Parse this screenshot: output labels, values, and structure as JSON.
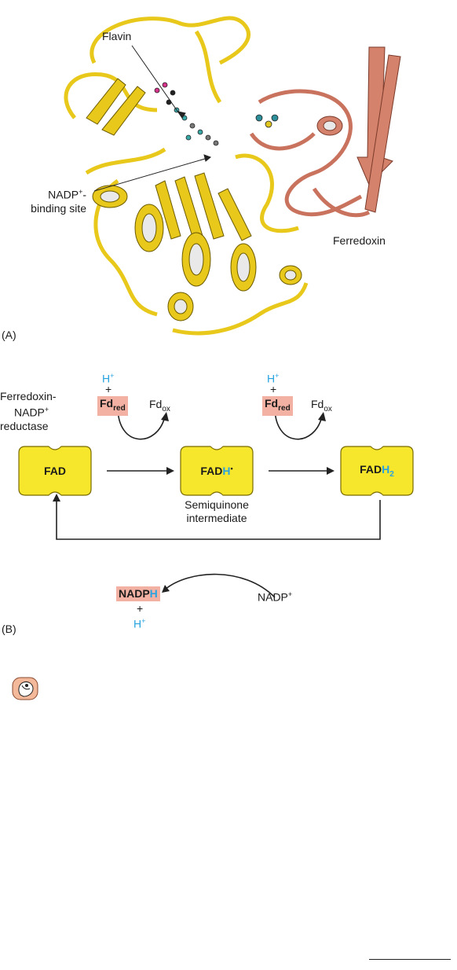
{
  "panel_a": {
    "letter": "(A)",
    "labels": {
      "flavin": "Flavin",
      "nadp_binding_1": "NADP",
      "nadp_binding_sup": "+",
      "nadp_binding_dash": "-",
      "nadp_binding_2": "binding site",
      "ferredoxin": "Ferredoxin"
    },
    "colors": {
      "reductase": "#e8c81a",
      "ferredoxin": "#c9735e",
      "helix_inner": "#e9e9e9"
    }
  },
  "panel_b": {
    "letter": "(B)",
    "enzyme_label": [
      "Ferredoxin-",
      "NADP",
      "+",
      " reductase"
    ],
    "h_plus": "H",
    "plus_sign": "+",
    "fd_red": "Fd",
    "fd_red_sub": "red",
    "fd_ox": "Fd",
    "fd_ox_sub": "ox",
    "fad": "FAD",
    "fadh_base": "FAD",
    "fadh_h": "H",
    "fadh_dot": "•",
    "fadh2_base": "FAD",
    "fadh2_h": "H",
    "fadh2_sub": "2",
    "semiquinone": [
      "Semiquinone",
      "intermediate"
    ],
    "nadph_base": "NADP",
    "nadph_h": "H",
    "nadp_plus": "NADP",
    "nadp_plus_sup": "+",
    "colors": {
      "fad_fill": "#f7e72c",
      "fad_stroke": "#7a6a00",
      "box": "#f2b1a2",
      "blue": "#29a3e0"
    }
  },
  "icon": "pointer-hand-icon"
}
